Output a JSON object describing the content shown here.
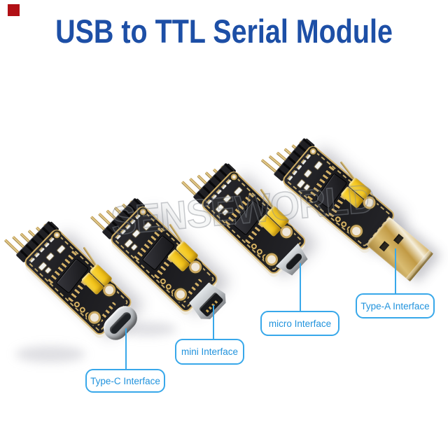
{
  "title": "USB to TTL Serial Module",
  "watermark": "SENSEWORLD",
  "colors": {
    "title_blue": "#1d4fa6",
    "callout_border": "#38a8ea",
    "callout_text": "#2193dd",
    "leader_line": "#38a8ea",
    "corner_marker": "#b11015",
    "pcb_black": "#1d1d20",
    "pcb_edge_gold": "#cfae66",
    "jumper_yellow": "#f2c41d",
    "connector_silver": "#b9bdc1",
    "usb_plug_gold": "#c8a24e"
  },
  "modules": [
    {
      "connector": "Type-C",
      "label": "Type-C Interface"
    },
    {
      "connector": "mini",
      "label": "mini Interface"
    },
    {
      "connector": "micro",
      "label": "micro Interface"
    },
    {
      "connector": "Type-A",
      "label": "Type-A Interface"
    }
  ]
}
